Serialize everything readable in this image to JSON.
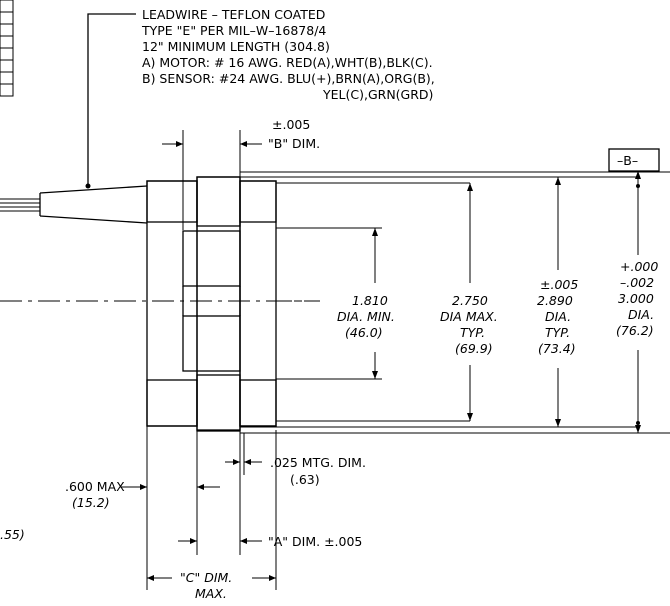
{
  "leadwire_note": {
    "line1": "LEADWIRE  –  TEFLON COATED",
    "line2": "TYPE \"E\" PER MIL–W–16878/4",
    "line3": "12\" MINIMUM LENGTH (304.8)",
    "line4": "A) MOTOR: # 16 AWG. RED(A),WHT(B),BLK(C).",
    "line5": "B) SENSOR: #24 AWG. BLU(+),BRN(A),ORG(B),",
    "line6": "YEL(C),GRN(GRD)"
  },
  "dim_b": {
    "tol": "±.005",
    "label": "\"B\" DIM."
  },
  "datum": "–B–",
  "dims": [
    {
      "l1": "1.810",
      "l2": "DIA. MIN.",
      "l3": "(46.0)"
    },
    {
      "l1": "2.750",
      "l2": "DIA MAX.",
      "l3": "TYP.",
      "l4": "(69.9)"
    },
    {
      "l0": "±.005",
      "l1": "2.890",
      "l2": "DIA.",
      "l3": "TYP.",
      "l4": "(73.4)"
    },
    {
      "l0a": "+.000",
      "l0b": "–.002",
      "l1": "3.000",
      "l2": "DIA.",
      "l3": "(76.2)"
    }
  ],
  "mtg_dim": {
    "l1": ".025  MTG. DIM.",
    "l2": "(.63)"
  },
  "max600": {
    "l1": ".600  MAX",
    "l2": "(15.2)"
  },
  "left_cut": ".55)",
  "dim_a": "\"A\" DIM.  ±.005",
  "dim_c": {
    "l1": "\"C\" DIM.",
    "l2": "MAX."
  }
}
